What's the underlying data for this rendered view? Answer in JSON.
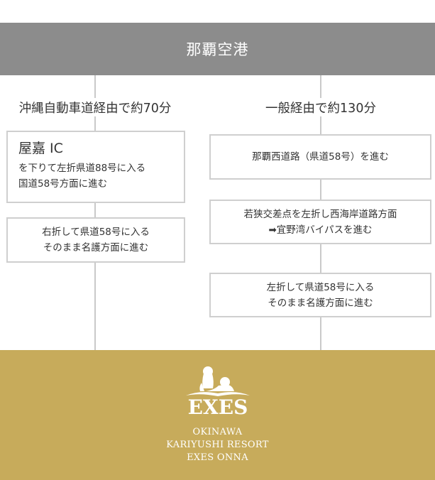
{
  "origin": "那覇空港",
  "routes": [
    {
      "title": "沖縄自動車道経由で約70分",
      "steps": [
        {
          "heading": "屋嘉 IC",
          "lines": [
            "を下りて左折県道88号に入る",
            "国道58号方面に進む"
          ]
        },
        {
          "lines": [
            "右折して県道58号に入る",
            "そのまま名護方面に進む"
          ]
        }
      ]
    },
    {
      "title": "一般経由で約130分",
      "steps": [
        {
          "lines": [
            "那覇西道路（県道58号）を進む"
          ]
        },
        {
          "lines": [
            "若狭交差点を左折し西海岸道路方面",
            "➡宜野湾バイパスを進む"
          ]
        },
        {
          "lines": [
            "左折して県道58号に入る",
            "そのまま名護方面に進む"
          ]
        }
      ]
    }
  ],
  "destination": {
    "logo_wordmark": "EXES",
    "lines": [
      "OKINAWA",
      "KARIYUSHI RESORT",
      "EXES ONNA"
    ]
  },
  "colors": {
    "header_bg": "#8c8c8c",
    "footer_bg": "#c7ab5b",
    "line": "#c9c9c9",
    "box_border": "#cfcfcf"
  }
}
